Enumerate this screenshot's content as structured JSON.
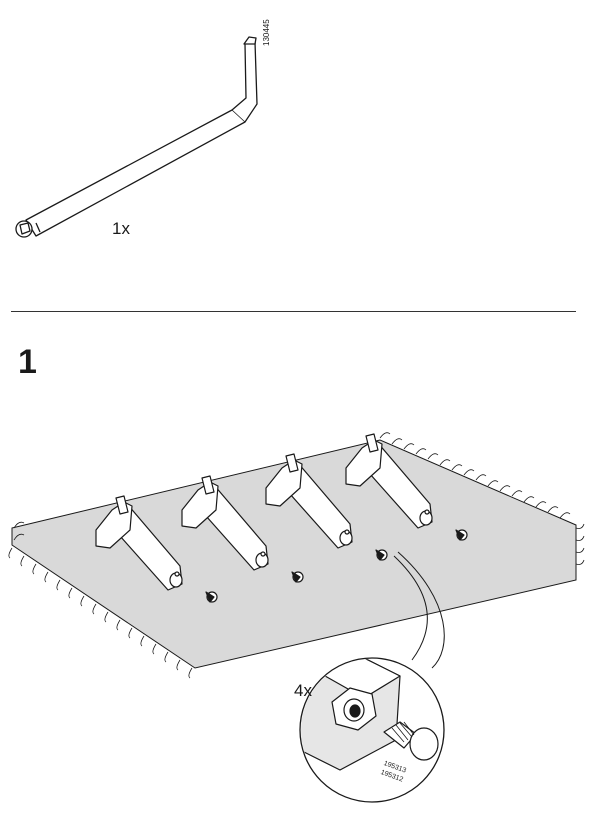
{
  "tool": {
    "icon": "allen-key-icon",
    "quantity": "1x",
    "code": "130445"
  },
  "step": {
    "number": "1",
    "detail_quantity": "4x",
    "part_codes": [
      "195313",
      "195312"
    ]
  },
  "colors": {
    "ink": "#1a1a1a",
    "rug_fill": "#d9d9d9",
    "detail_fill": "#e6e6e6"
  }
}
